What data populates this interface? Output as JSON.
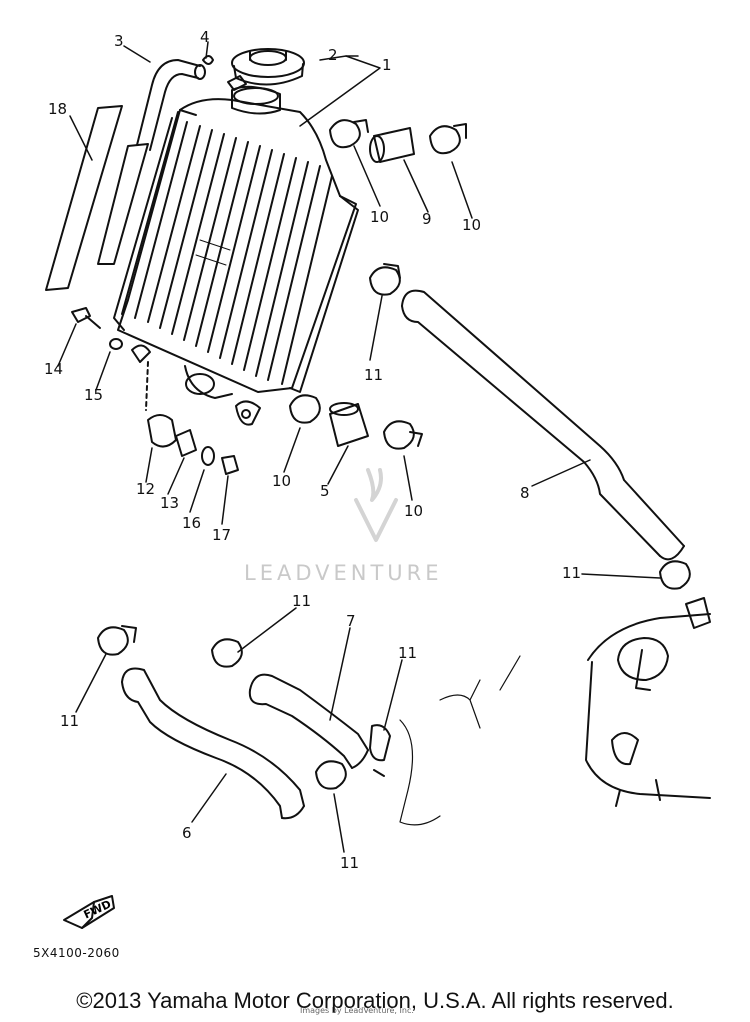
{
  "diagram": {
    "part_code": "5X4100-2060",
    "fwd_label": "FWD",
    "watermark": "LEADVENTURE",
    "copyright": "©2013 Yamaha Motor Corporation, U.S.A. All rights reserved.",
    "fine_print": "Images by LeadVenture, Inc."
  },
  "callouts": {
    "c1": "1",
    "c2": "2",
    "c3": "3",
    "c4": "4",
    "c18": "18",
    "c10a": "10",
    "c9": "9",
    "c10b": "10",
    "c11a": "11",
    "c14": "14",
    "c15": "15",
    "c10c": "10",
    "c5": "5",
    "c10d": "10",
    "c8": "8",
    "c12": "12",
    "c13": "13",
    "c16": "16",
    "c17": "17",
    "c11b": "11",
    "c11c": "11",
    "c7": "7",
    "c11d": "11",
    "c11e": "11",
    "c6": "6",
    "c11f": "11"
  }
}
